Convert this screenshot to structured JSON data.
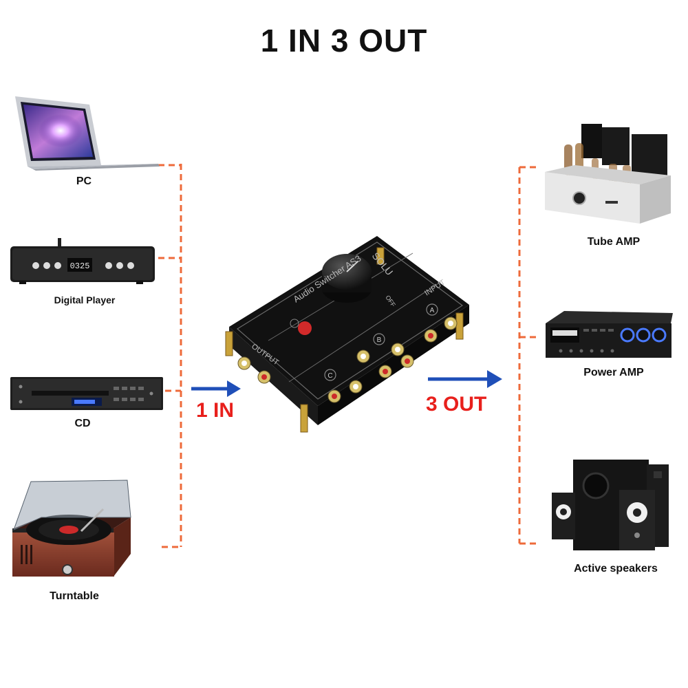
{
  "title": "1 IN 3 OUT",
  "inputs": [
    {
      "label": "PC",
      "icon": "laptop-icon"
    },
    {
      "label": "Digital Player",
      "icon": "digital-player-icon"
    },
    {
      "label": "CD",
      "icon": "cd-player-icon"
    },
    {
      "label": "Turntable",
      "icon": "turntable-icon"
    }
  ],
  "outputs": [
    {
      "label": "Tube AMP",
      "icon": "tube-amp-icon"
    },
    {
      "label": "Power AMP",
      "icon": "power-amp-icon"
    },
    {
      "label": "Active speakers",
      "icon": "speakers-icon"
    }
  ],
  "flow": {
    "in_label": "1 IN",
    "out_label": "3 OUT"
  },
  "device": {
    "brand_text": "SOLU",
    "name_text": "Audio Switcher AS3",
    "input_text": "INPUT",
    "output_text": "OUTPUT",
    "off_text": "OFF",
    "ch_a": "A",
    "ch_b": "B",
    "ch_c": "C"
  },
  "player_display": "0325",
  "colors": {
    "connector": "#ee6a3a",
    "arrow": "#1f4fb8",
    "flow_text": "#e8201c"
  }
}
